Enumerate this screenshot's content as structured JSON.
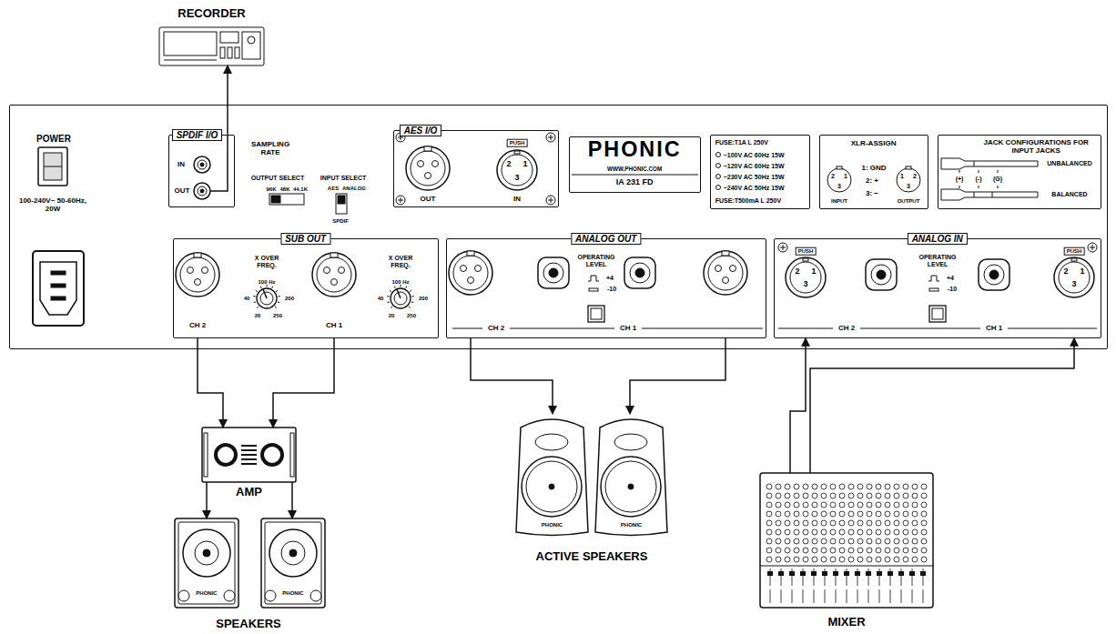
{
  "diagram": {
    "nodes": [
      {
        "text": [
          "RECORDER"
        ]
      },
      {
        "text": [
          "POWER"
        ]
      },
      {
        "text": [
          "SPDIF I/O"
        ],
        "in": 1
      },
      {
        "text": [
          "AES I/O"
        ],
        "in": 1
      },
      {
        "text": [
          "PHONIC",
          "WWW.PHONIC.COM",
          "IA 231 FD"
        ],
        "in": 1
      },
      {
        "text": [
          "FUSE:T1A L 250V",
          "~100V AC 60Hz 15W",
          "~120V AC 60Hz 15W",
          "~230V AC 50Hz 15W",
          "~240V AC 50Hz 15W",
          "FUSE:T500mA L 250V"
        ],
        "in": 1
      },
      {
        "text": [
          "XLR-ASSIGN"
        ],
        "in": 1
      },
      {
        "text": [
          "JACK CONFIGURATIONS FOR INPUT JACKS"
        ],
        "in": 1
      },
      {
        "text": [
          "SUB OUT"
        ],
        "in": 1
      },
      {
        "text": [
          "ANALOG OUT"
        ],
        "in": 1
      },
      {
        "text": [
          "ANALOG IN"
        ],
        "in": 1
      },
      {
        "text": [
          "AMP"
        ]
      },
      {
        "text": [
          "PHONIC"
        ]
      },
      {
        "text": [
          "PHONIC"
        ]
      },
      {
        "text": [
          "PHONIC"
        ]
      },
      {
        "text": [
          "PHONIC"
        ]
      },
      {
        "text": [
          "MIXER"
        ]
      }
    ],
    "edges": [
      {
        "from": 2,
        "to": 0,
        "arrow": "to"
      },
      {
        "from": 8,
        "to": 11,
        "arrow": "to"
      },
      {
        "from": 8,
        "to": 11,
        "arrow": "to"
      },
      {
        "from": 11,
        "to": 12,
        "arrow": "to"
      },
      {
        "from": 11,
        "to": 13,
        "arrow": "to"
      },
      {
        "from": 9,
        "to": 14,
        "arrow": "to"
      },
      {
        "from": 9,
        "to": 15,
        "arrow": "to"
      },
      {
        "from": 16,
        "to": 10,
        "arrow": "to"
      },
      {
        "from": 16,
        "to": 10,
        "arrow": "to"
      }
    ],
    "labels": [
      "IN",
      "OUT",
      "SAMPLING RATE",
      "OUTPUT SELECT",
      "INPUT SELECT",
      "96K",
      "48K",
      "44.1K",
      "AES",
      "ANALOG",
      "SPDIF",
      "OUT",
      "PUSH",
      "2",
      "1",
      "3",
      "IN",
      "1: GND",
      "2: +",
      "3: −",
      "INPUT",
      "OUTPUT",
      "2",
      "1",
      "3",
      "1",
      "2",
      "3",
      "UNBALANCED",
      "(+)",
      "(-)",
      "(G)",
      "BALANCED",
      "100-240V~ 50-60Hz, 20W",
      "CH 2",
      "X OVER FREQ.",
      "100 Hz",
      "40",
      "200",
      "20",
      "250",
      "CH 1",
      "X OVER FREQ.",
      "100 Hz",
      "40",
      "200",
      "20",
      "250",
      "OPERATING LEVEL",
      "+4",
      "-10",
      "CH 2",
      "CH 1",
      "PUSH",
      "2",
      "1",
      "3",
      "OPERATING LEVEL",
      "+4",
      "-10",
      "CH 2",
      "PUSH",
      "2",
      "1",
      "3",
      "CH 1",
      "SPEAKERS",
      "ACTIVE SPEAKERS"
    ]
  }
}
